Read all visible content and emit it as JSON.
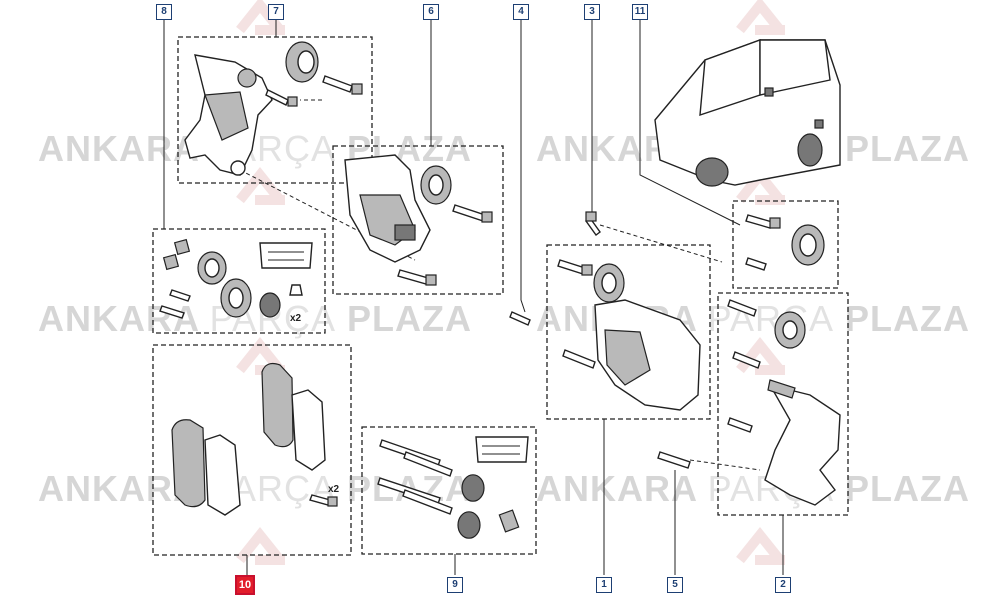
{
  "watermark": {
    "word1": "ANKARA",
    "word2": "PARÇA",
    "word3": "PLAZA"
  },
  "callouts": {
    "c1": "1",
    "c2": "2",
    "c3": "3",
    "c4": "4",
    "c5": "5",
    "c6": "6",
    "c7": "7",
    "c8": "8",
    "c9": "9",
    "c10": "10",
    "c11": "11"
  },
  "selected_callout": "10",
  "quantities": {
    "seal_kit": "x2",
    "pad_bolts": "x2"
  },
  "colors": {
    "callout_border": "#1d3f73",
    "selected_callout_fill": "#e21d2b",
    "watermark": "#dcdcdc"
  }
}
